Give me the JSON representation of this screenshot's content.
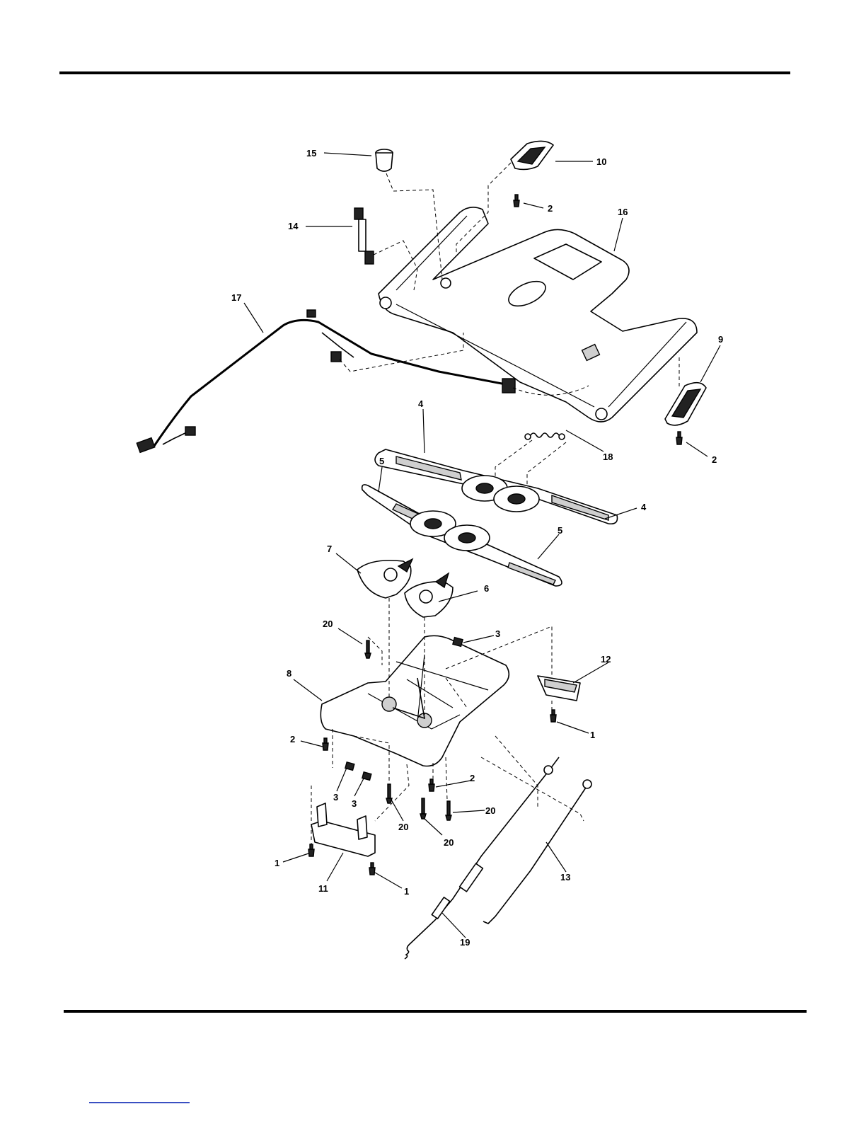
{
  "diagram": {
    "callouts": {
      "c15": "15",
      "c10": "10",
      "c2a": "2",
      "c16": "16",
      "c14": "14",
      "c17": "17",
      "c9": "9",
      "c2b": "2",
      "c4a": "4",
      "c18": "18",
      "c5a": "5",
      "c4b": "4",
      "c7": "7",
      "c5b": "5",
      "c6": "6",
      "c20a": "20",
      "c3a": "3",
      "c12": "12",
      "c8": "8",
      "c1a": "1",
      "c2c": "2",
      "c2d": "2",
      "c3b": "3",
      "c3c": "3",
      "c20b": "20",
      "c20c": "20",
      "c20d": "20",
      "c1b": "1",
      "c11": "11",
      "c1c": "1",
      "c13": "13",
      "c19": "19"
    }
  }
}
